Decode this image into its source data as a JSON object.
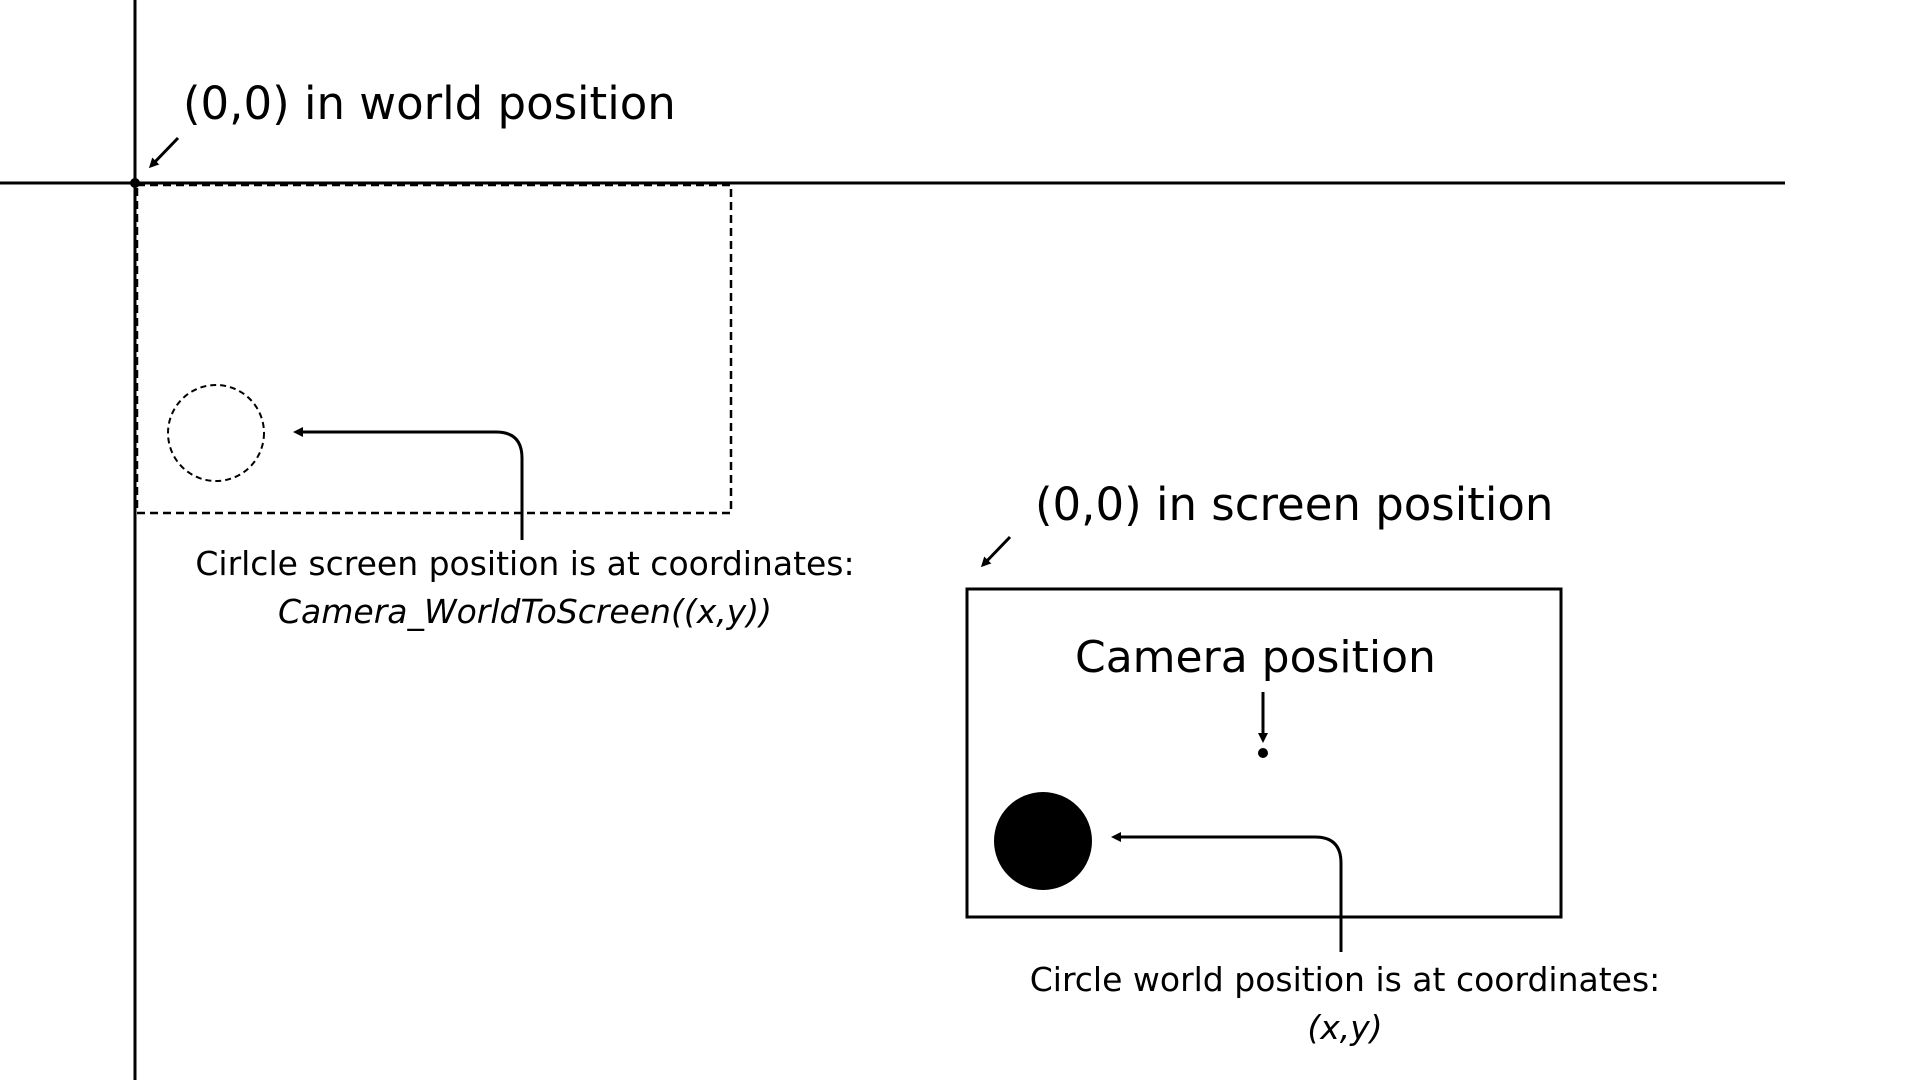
{
  "labels": {
    "world_origin": "(0,0) in world position",
    "screen_origin": "(0,0) in screen position",
    "camera_position": "Camera position",
    "circle_screen_caption": "Cirlcle screen position is at coordinates:",
    "circle_screen_formula": "Camera_WorldToScreen((x,y))",
    "circle_world_caption": "Circle world position is at coordinates:",
    "circle_world_formula": "(x,y)"
  },
  "colors": {
    "stroke": "#000000",
    "background": "#ffffff"
  }
}
